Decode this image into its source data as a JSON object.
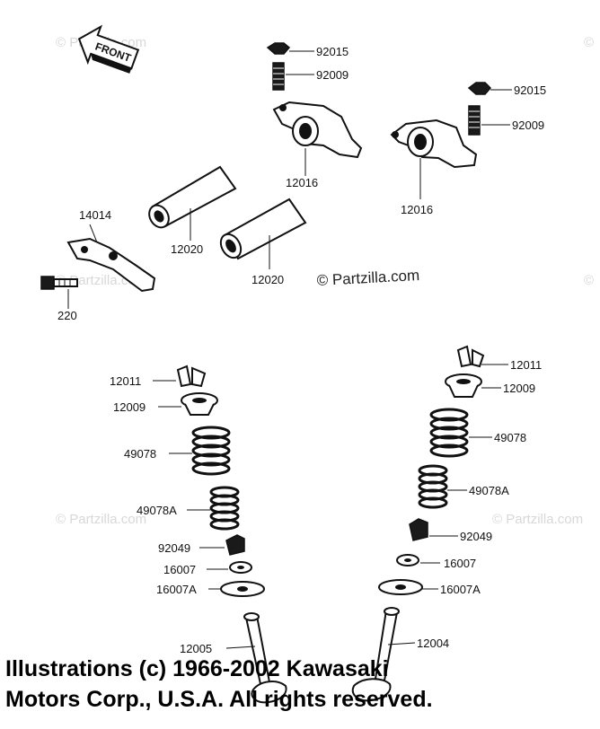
{
  "front_tag": "FRONT",
  "watermark_main": "© Partzilla.com",
  "watermark_faint": "© Partzilla.com",
  "watermark_edge": "©",
  "parts": {
    "p92015_a": "92015",
    "p92009_a": "92009",
    "p92015_b": "92015",
    "p92009_b": "92009",
    "p12016_a": "12016",
    "p12016_b": "12016",
    "p14014": "14014",
    "p12020_a": "12020",
    "p12020_b": "12020",
    "p220": "220",
    "p12011_l": "12011",
    "p12009_l": "12009",
    "p49078_l": "49078",
    "p49078A_l": "49078A",
    "p92049_l": "92049",
    "p16007_l": "16007",
    "p16007A_l": "16007A",
    "p12005": "12005",
    "p12011_r": "12011",
    "p12009_r": "12009",
    "p49078_r": "49078",
    "p49078A_r": "49078A",
    "p92049_r": "92049",
    "p16007_r": "16007",
    "p16007A_r": "16007A",
    "p12004": "12004"
  },
  "copyright_line1": "Illustrations (c) 1966-2002 Kawasaki",
  "copyright_line2": "Motors Corp., U.S.A. All rights reserved."
}
